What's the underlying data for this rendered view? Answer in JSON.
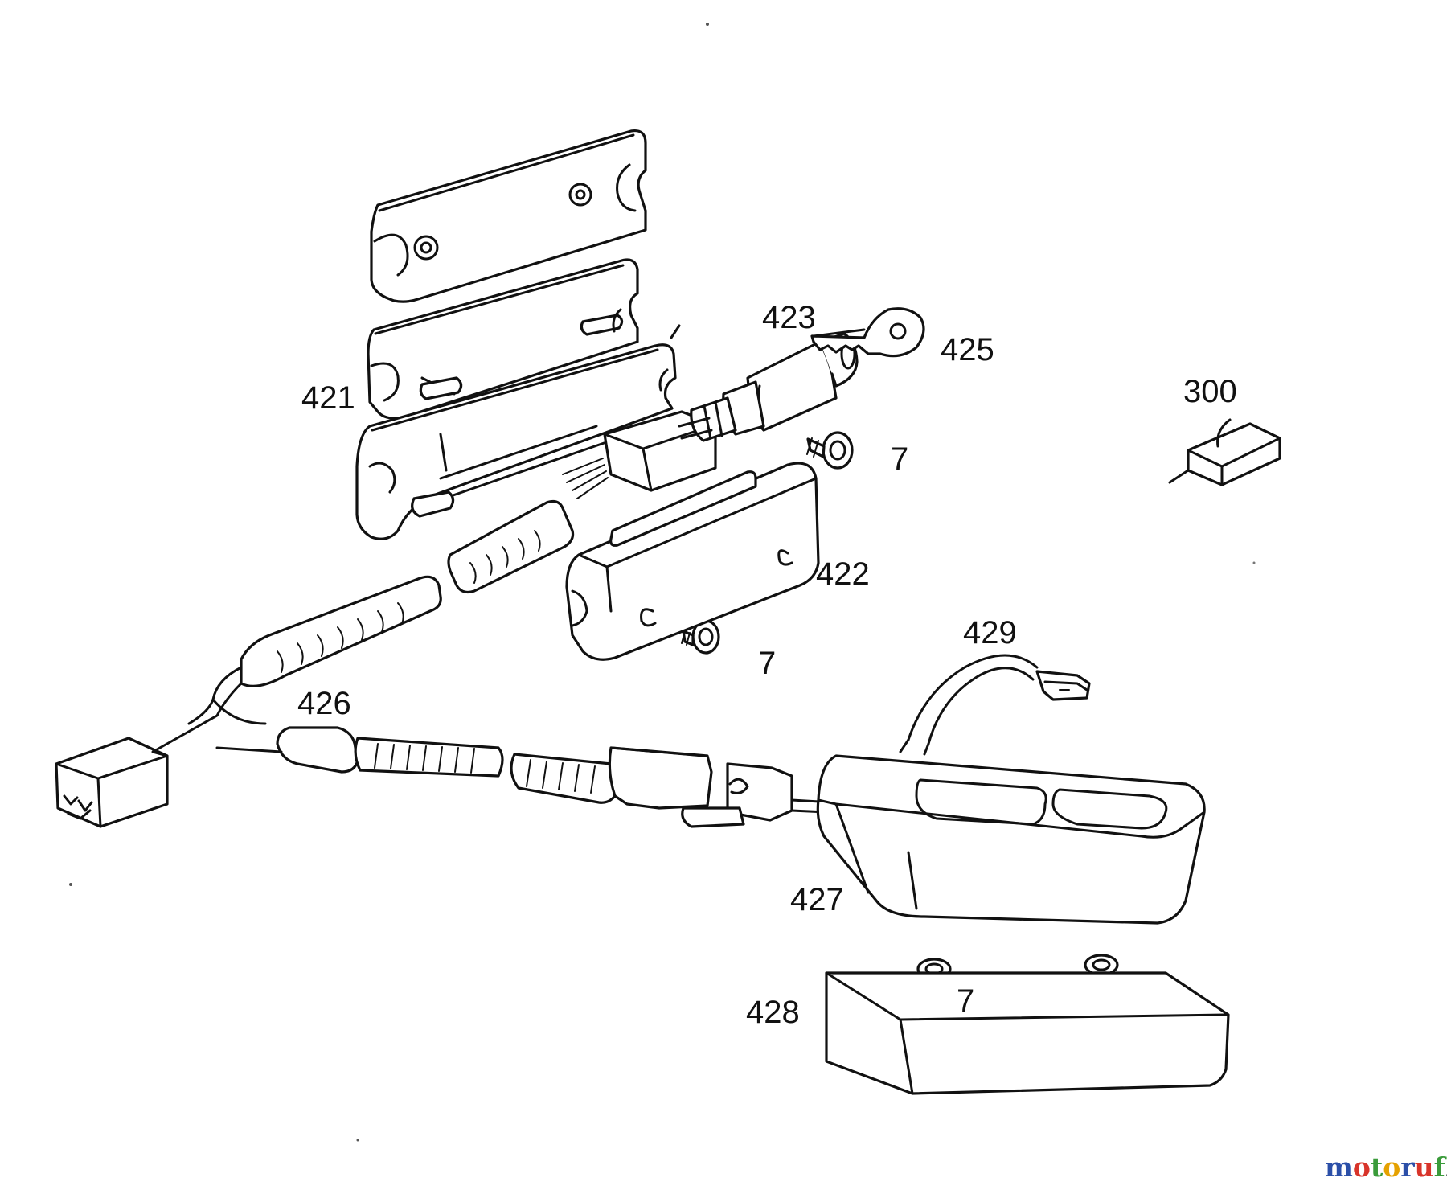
{
  "labels": {
    "l421": "421",
    "l422": "422",
    "l423": "423",
    "l425": "425",
    "l426": "426",
    "l427": "427",
    "l428": "428",
    "l429": "429",
    "l300": "300",
    "l7a": "7",
    "l7b": "7",
    "l7c": "7"
  },
  "watermark": {
    "letters": [
      "m",
      "o",
      "t",
      "o",
      "r",
      "u",
      "f"
    ],
    "suffix": ".de",
    "colors": [
      "#2b4fa8",
      "#d8342a",
      "#3a9b3a",
      "#e5a100",
      "#2b4fa8",
      "#d8342a",
      "#3a9b3a"
    ],
    "suffix_color": "#555555"
  }
}
